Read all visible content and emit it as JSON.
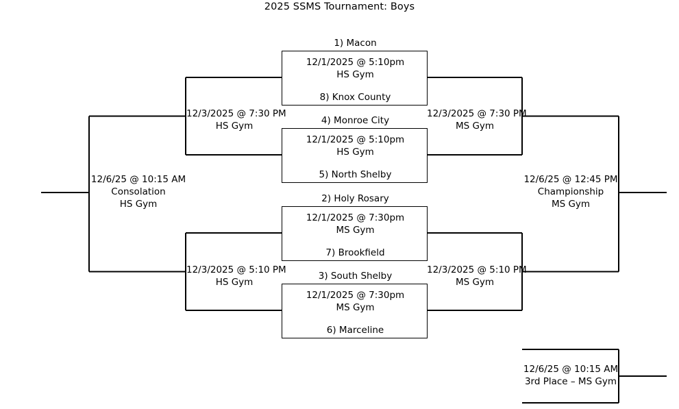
{
  "title": "2025 SSMS Tournament: Boys",
  "bracket": {
    "round1": [
      {
        "id": "game-1",
        "team_top": "1) Macon",
        "team_bottom": "8) Knox County",
        "datetime": "12/1/2025 @ 5:10pm",
        "venue": "HS Gym"
      },
      {
        "id": "game-2",
        "team_top": "4) Monroe City",
        "team_bottom": "5) North Shelby",
        "datetime": "12/1/2025 @ 5:10pm",
        "venue": "HS Gym"
      },
      {
        "id": "game-3",
        "team_top": "2) Holy Rosary",
        "team_bottom": "7) Brookfield",
        "datetime": "12/1/2025 @ 7:30pm",
        "venue": "MS Gym"
      },
      {
        "id": "game-4",
        "team_top": "3) South Shelby",
        "team_bottom": "6) Marceline",
        "datetime": "12/1/2025 @ 7:30pm",
        "venue": "MS Gym"
      }
    ],
    "semifinal_left_top": {
      "datetime": "12/3/2025 @ 7:30 PM",
      "venue": "HS Gym"
    },
    "semifinal_left_bottom": {
      "datetime": "12/3/2025 @ 5:10 PM",
      "venue": "HS Gym"
    },
    "semifinal_right_top": {
      "datetime": "12/3/2025 @ 7:30 PM",
      "venue": "MS Gym"
    },
    "semifinal_right_bottom": {
      "datetime": "12/3/2025 @ 5:10 PM",
      "venue": "MS Gym"
    },
    "consolation": {
      "datetime": "12/6/25 @ 10:15 AM",
      "name": "Consolation",
      "venue": "HS Gym"
    },
    "championship": {
      "datetime": "12/6/25 @ 12:45 PM",
      "name": "Championship",
      "venue": "MS Gym"
    },
    "third_place": {
      "datetime": "12/6/25 @ 10:15 AM",
      "name": "3rd Place – MS Gym"
    }
  },
  "colors": {
    "line": "#000000",
    "background": "#ffffff",
    "text": "#000000"
  }
}
